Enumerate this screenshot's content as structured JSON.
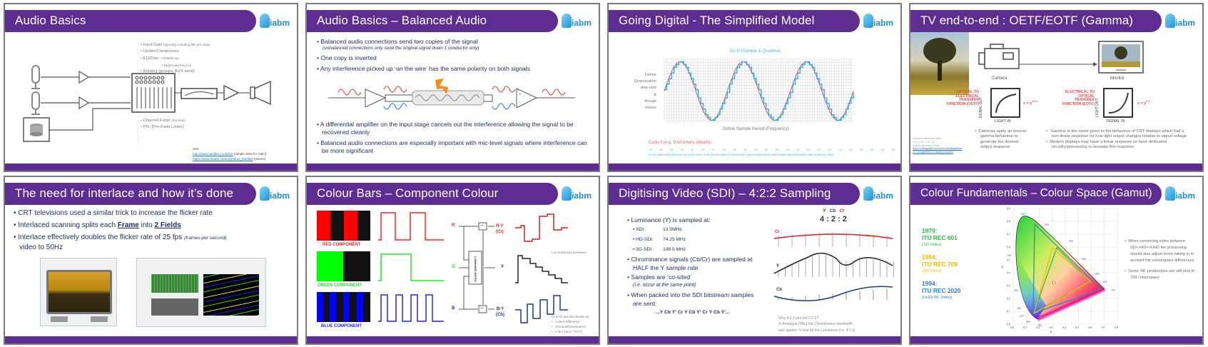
{
  "brand": {
    "logo_text": "iabm",
    "purple": "#5e2d91",
    "logo_blue": "#1e8fd0",
    "text_navy": "#1f2f66"
  },
  "slides": [
    {
      "title": "Audio Basics",
      "bullets_top": [
        {
          "main": "Input Gain",
          "small": "(typically including Mic pre-amp)"
        },
        {
          "main": "Limiter/Compressor",
          "small": ""
        },
        {
          "main": "EQ/Filer:",
          "small": "• Hi/Mid/Low"
        },
        {
          "main": "",
          "small": "• High/Low Freq Cut"
        },
        {
          "main": "Routing (groups, AUX send)",
          "small": ""
        }
      ],
      "bullets_bottom": [
        {
          "main": "Channel Fader",
          "small": "(mix level)"
        },
        {
          "main": "PFL [Pre-Fade Listen]",
          "small": ""
        }
      ],
      "see_label": "See:",
      "links": [
        {
          "url": "http://www.sonifex.co.uk/s1/",
          "note": "(simple desk for radio)"
        },
        {
          "url": "https://www.studer.ch/en/product_families",
          "note": "(mixers)"
        }
      ]
    },
    {
      "title": "Audio Basics – Balanced Audio",
      "bullets": [
        {
          "main": "Balanced audio connections send two copies of the signal",
          "sub": "(unbalanced connections only send the original signal down 1 conductor only)"
        },
        {
          "main": "One copy is inverted",
          "sub": ""
        },
        {
          "main": "Any interference picked up ‘on the wire’ has the same polarity on both signals",
          "sub": ""
        }
      ],
      "bullets2": [
        "A differential amplifier on the input stage cancels out the interference allowing the signal to be recovered cleanly",
        "Balanced audio connections are especially important with mic-level signals where interference can be more significant"
      ],
      "amp_plus": "+",
      "amp_minus": "-"
    },
    {
      "title": "Going Digital - The Simplified Model",
      "chart_title": "Do it! (Sample & Quantise)",
      "left_label": [
        "Define",
        "Quantisation",
        "step-size",
        "&",
        "Assign",
        "Values"
      ],
      "x_label": "Define Sample Period (Frequency)",
      "code_label": "Code It (e.g. 5-bit binary stream)",
      "values": [
        "13",
        "16",
        "18",
        "20",
        "21",
        "21",
        "21",
        "20",
        "18",
        "16",
        "13",
        "09",
        "06",
        "04",
        "02",
        "01",
        "01",
        "01",
        "02",
        "04",
        "06",
        "09",
        "13",
        "16"
      ],
      "binary": "011011000010010101001010110101101011010010010100000110101001001100010000010000010000100001000100010000110010010110110000"
    },
    {
      "title": "TV end-to-end : OETF/EOTF (Gamma)",
      "camera_label": "Camera",
      "monitor_label": "Monitor",
      "oetf_label": "OPTICAL TO ELECTRICAL TRANSFER FUNCTION (OETF)",
      "oetf_y": "SIGNAL OUT",
      "oetf_x": "LIGHT IN",
      "oetf_formula": "x = y",
      "oetf_exp": "1/2.4",
      "eotf_label": "ELECTRICAL TO OPTICAL TRANSFER FUNCTION (EOTF)",
      "eotf_y": "LIGHT OUT",
      "eotf_x": "SIGNAL IN",
      "eotf_formula": "x = y",
      "eotf_exp": "2.4",
      "note_1": "Gamma values may vary:",
      "note_2": "2.2 / 2.35 / 2.4 / 2.6",
      "note_3": "A good discussion here:",
      "note_link": "https://mixinglight.com/color-tutorial/gamma-2-2-vs-gamma-2-4-davinci-resolve/",
      "bullet_left": "Cameras apply an inverse gamma behaviour to generate the desired output response",
      "bullets_right": [
        "‘Gamma’ is the name given to the behaviour of CRT displays which had a non-linear response for how light output changes relative to signal voltage",
        "Modern displays may have a linear response so have dedicated circuitry/processing to recreate this response"
      ]
    },
    {
      "title": "The need for interlace and how it’s done",
      "b1": "CRT televisions used a similar trick to increase the flicker rate",
      "b2_pre": "Interlaced scanning splits each ",
      "b2_frame": "Frame",
      "b2_mid": " into ",
      "b2_fields": "2 Fields",
      "b3_pre": "Interlace effectively doubles the flicker rate of 25 fps ",
      "b3_small": "(frames-per second)",
      "b3_post": "video to 50Hz"
    },
    {
      "title": "Colour Bars – Component Colour",
      "red_label": "RED COMPONENT",
      "green_label": "GREEN COMPONENT",
      "blue_label": "BLUE COMPONENT",
      "in_r": "R",
      "in_g": "G",
      "in_b": "B",
      "matrix": "LUMINANCE MATRIX",
      "out_ry": "R-Y",
      "out_cr": "(Cr)",
      "out_y": "Y",
      "out_by": "B-Y",
      "out_cb": "(Cb)",
      "minus": "−",
      "note_y": "Y is known as Luminance",
      "note_c": "Cr & Cb are also known as:",
      "note_items": [
        "Colour Difference",
        "Chroma/Chrominance",
        "U & V (as in “YUV”)"
      ]
    },
    {
      "title": "Digitising Video (SDI) – 4:2:2 Sampling",
      "b1": "Luminance (Y) is sampled at:",
      "rates": [
        {
          "name": "SDI:",
          "value": "13.5MHz"
        },
        {
          "name": "HD-SDI:",
          "value": "74.25 MHz"
        },
        {
          "name": "3G-SDI:",
          "value": "148.5 MHz"
        }
      ],
      "b2": "Chrominance signals (Cb/Cr) are sampled at HALF the Y sample rate",
      "b3": "Samples are ‘co-sited’",
      "b3_sub": "(i.e. occur at the same point)",
      "b4": "When packed into the SDI bitstream samples are sent:",
      "stream": "...Y  Cb Y' Cr Y  Cb Y' Cr Y  Cb Y'...",
      "hdr_y": "Y",
      "hdr_cb": "Cb",
      "hdr_cr": "Cr",
      "ratio": "4 : 2 : 2",
      "lbl_cr": "Cr",
      "lbl_y": "Y",
      "lbl_cb": "Cb",
      "note": [
        "Why 4:2:2 and not 2:1:1?",
        "In Analogue (PAL) the Chrominance bandwidth",
        "was approx. ¼ that od the Luminance (i.e. 4:1:1)"
      ]
    },
    {
      "title": "Colour Fundamentals – Colour Space (Gamut)",
      "standards": [
        {
          "year": "1979:",
          "name": "ITU REC 601",
          "sub": "(SD Video)",
          "color": "#2db84a"
        },
        {
          "year": "1994:",
          "name": "ITU REC 709",
          "sub": "(HD Video)",
          "color": "#f5b800"
        },
        {
          "year": "1994:",
          "name": "ITU REC 2020",
          "sub": "(UHD/’4K’ Video)",
          "color": "#2f7fc8"
        }
      ],
      "bullets": [
        "When converting video between SD<>HD<>UHD the processing should also adjust levels taking in to account the colourspace differences",
        "Some ‘4K’ productions are still shot in 709 colourspace"
      ],
      "x_axis": "x",
      "y_axis": "y",
      "ticks": [
        "0.0",
        "0.1",
        "0.2",
        "0.3",
        "0.4",
        "0.5",
        "0.6",
        "0.7",
        "0.8"
      ],
      "yticks": [
        "0.0",
        "0.1",
        "0.2",
        "0.3",
        "0.4",
        "0.5",
        "0.6",
        "0.7",
        "0.8",
        "0.9"
      ],
      "wavelengths": [
        "520",
        "540",
        "560",
        "580",
        "600",
        "620",
        "700",
        "500",
        "490",
        "480",
        "470",
        "460",
        "380"
      ]
    }
  ]
}
